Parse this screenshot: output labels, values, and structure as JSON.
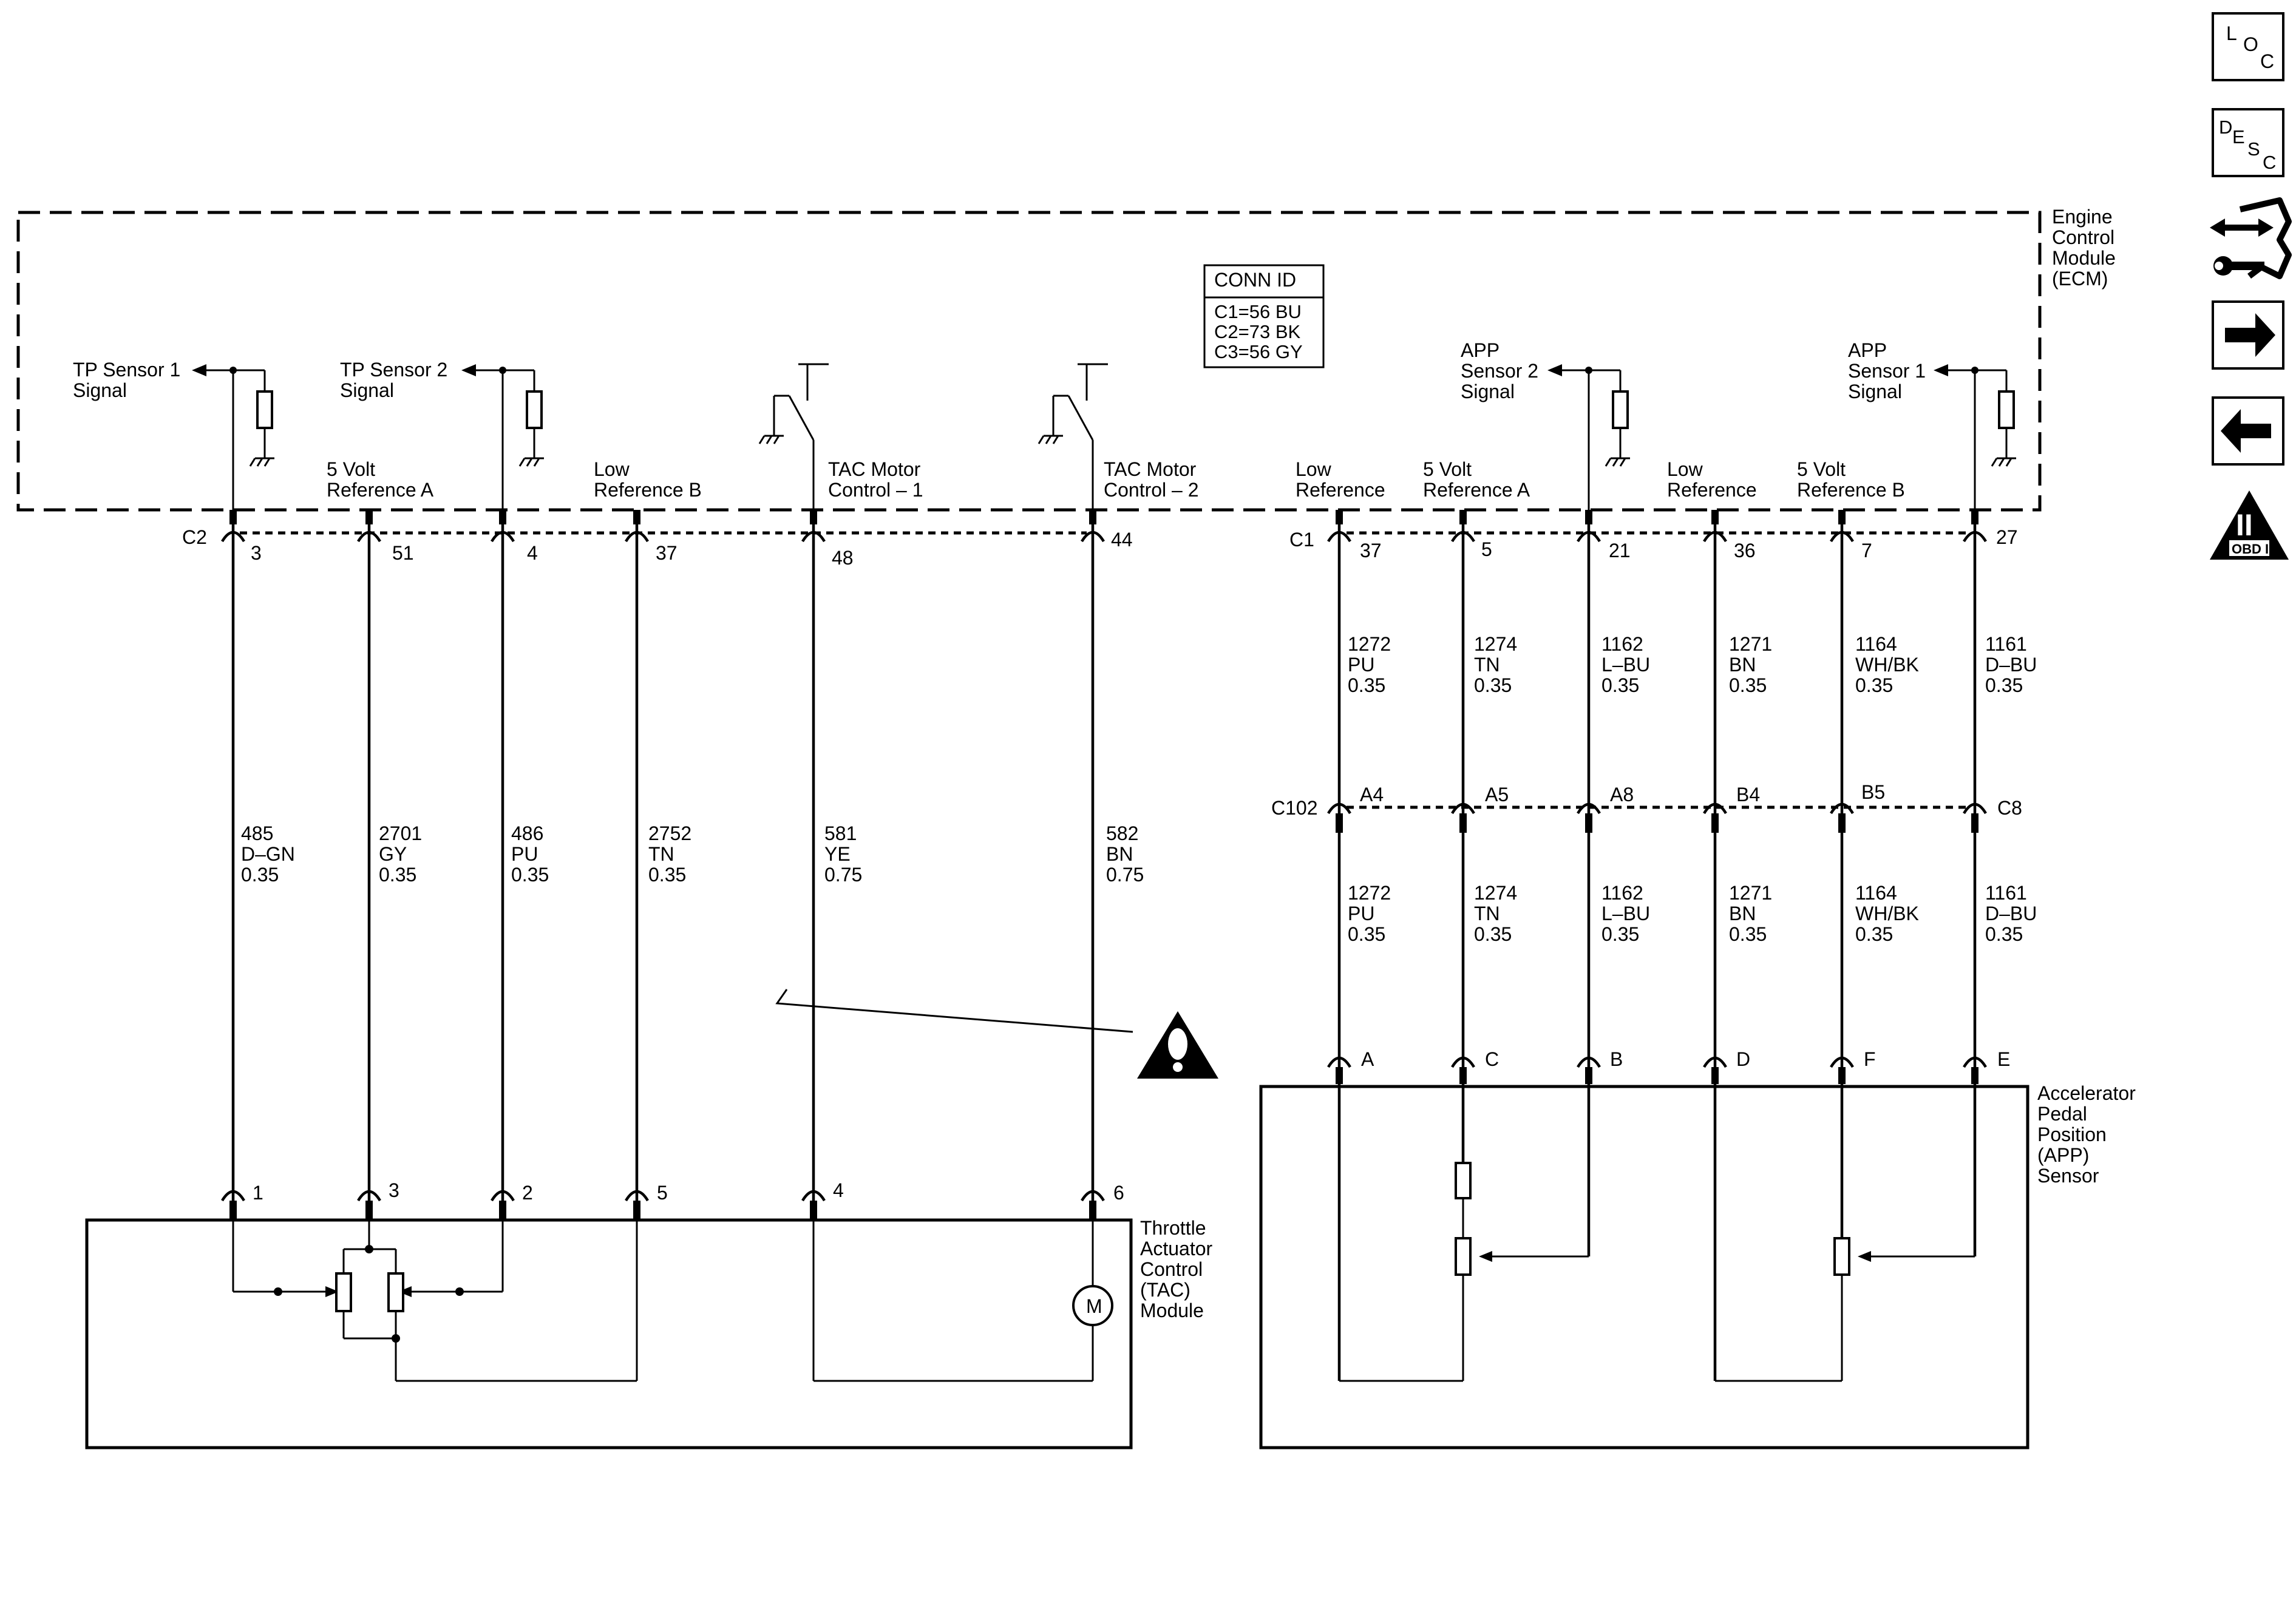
{
  "ecm": {
    "label": [
      "Engine",
      "Control",
      "Module",
      "(ECM)"
    ]
  },
  "conn_id": {
    "title": "CONN ID",
    "lines": [
      "C1=56 BU",
      "C2=73 BK",
      "C3=56 GY"
    ]
  },
  "tac": {
    "connector": "C2",
    "module_label": [
      "Throttle",
      "Actuator",
      "Control",
      "(TAC)",
      "Module"
    ],
    "motor": "M",
    "circuits": [
      {
        "ecm_label": [
          "TP Sensor 1",
          "Signal"
        ],
        "ecm_pin": "3",
        "wire": [
          "485",
          "D–GN",
          "0.35"
        ],
        "module_pin": "1"
      },
      {
        "ecm_label": [
          "5 Volt",
          "Reference A"
        ],
        "ecm_pin": "51",
        "wire": [
          "2701",
          "GY",
          "0.35"
        ],
        "module_pin": "3"
      },
      {
        "ecm_label": [
          "TP Sensor 2",
          "Signal"
        ],
        "ecm_pin": "4",
        "wire": [
          "486",
          "PU",
          "0.35"
        ],
        "module_pin": "2"
      },
      {
        "ecm_label": [
          "Low",
          "Reference B"
        ],
        "ecm_pin": "37",
        "wire": [
          "2752",
          "TN",
          "0.35"
        ],
        "module_pin": "5"
      },
      {
        "ecm_label": [
          "TAC Motor",
          "Control – 1"
        ],
        "ecm_pin": "48",
        "wire": [
          "581",
          "YE",
          "0.75"
        ],
        "module_pin": "4"
      },
      {
        "ecm_label": [
          "TAC Motor",
          "Control – 2"
        ],
        "ecm_pin": "44",
        "wire": [
          "582",
          "BN",
          "0.75"
        ],
        "module_pin": "6"
      }
    ]
  },
  "app": {
    "connector": "C1",
    "inline_connector": "C102",
    "sensor_label": [
      "Accelerator",
      "Pedal",
      "Position",
      "(APP)",
      "Sensor"
    ],
    "circuits": [
      {
        "ecm_label": [
          "Low",
          "Reference"
        ],
        "ecm_pin": "37",
        "wire": [
          "1272",
          "PU",
          "0.35"
        ],
        "inline_pin": "A4",
        "sensor_pin": "A"
      },
      {
        "ecm_label": [
          "5 Volt",
          "Reference A"
        ],
        "ecm_pin": "5",
        "wire": [
          "1274",
          "TN",
          "0.35"
        ],
        "inline_pin": "A5",
        "sensor_pin": "C"
      },
      {
        "ecm_label": [
          "APP",
          "Sensor 2",
          "Signal"
        ],
        "ecm_pin": "21",
        "wire": [
          "1162",
          "L–BU",
          "0.35"
        ],
        "inline_pin": "A8",
        "sensor_pin": "B"
      },
      {
        "ecm_label": [
          "Low",
          "Reference"
        ],
        "ecm_pin": "36",
        "wire": [
          "1271",
          "BN",
          "0.35"
        ],
        "inline_pin": "B4",
        "sensor_pin": "D"
      },
      {
        "ecm_label": [
          "5 Volt",
          "Reference B"
        ],
        "ecm_pin": "7",
        "wire": [
          "1164",
          "WH/BK",
          "0.35"
        ],
        "inline_pin": "B5",
        "sensor_pin": "F"
      },
      {
        "ecm_label": [
          "APP",
          "Sensor 1",
          "Signal"
        ],
        "ecm_pin": "27",
        "wire": [
          "1161",
          "D–BU",
          "0.35"
        ],
        "inline_pin": "C8",
        "sensor_pin": "E"
      }
    ]
  },
  "nav": {
    "loc": [
      "L",
      "O",
      "C"
    ],
    "desc": [
      "D",
      "E",
      "S",
      "C"
    ],
    "obd": {
      "numeral": "II",
      "caption": "OBD II"
    }
  }
}
